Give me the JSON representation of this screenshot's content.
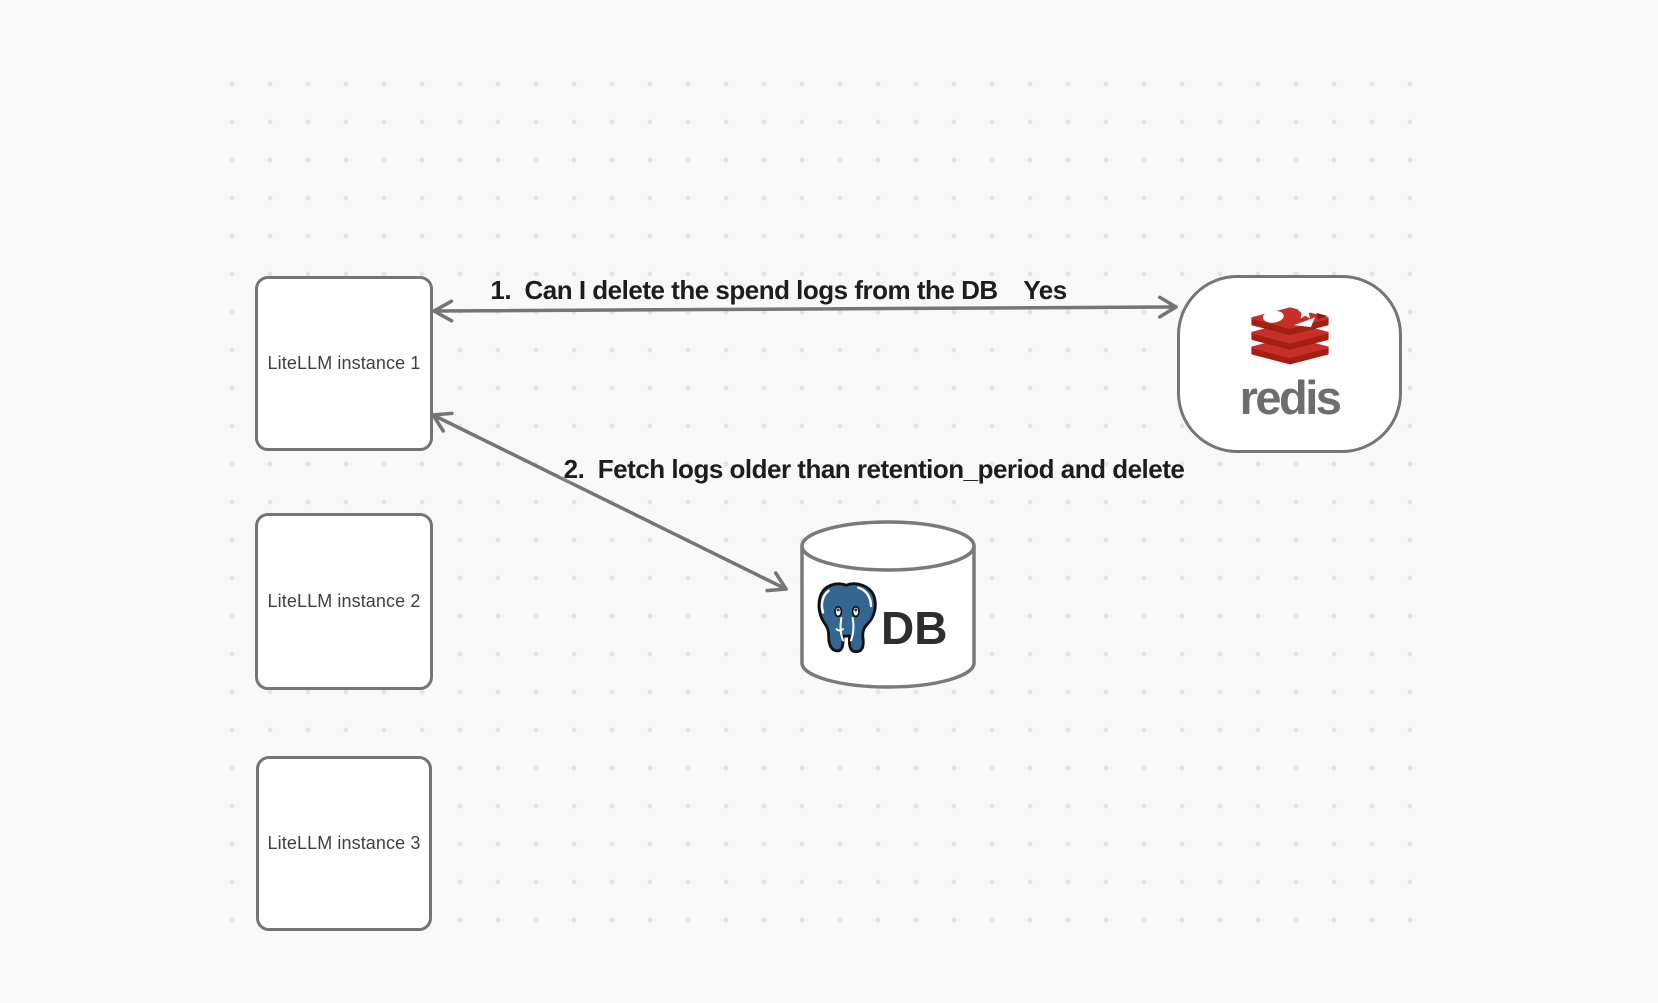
{
  "diagram": {
    "type": "architecture-flow",
    "background_color": "#f8f8f8",
    "dot_color": "#e4e4e4",
    "stroke_color": "#757575",
    "label_color": "#1d1d1d",
    "nodes": {
      "instances": [
        {
          "label": "LiteLLM instance 1"
        },
        {
          "label": "LiteLLM instance 2"
        },
        {
          "label": "LiteLLM instance 3"
        }
      ],
      "redis": {
        "wordmark": "redis",
        "colors": {
          "red": "#C6302B",
          "dark_red": "#A41E11",
          "notch_red": "#8C1A10",
          "wordmark_gray": "#6D6D6D"
        }
      },
      "database": {
        "label": "DB",
        "colors": {
          "postgres_blue": "#336791",
          "label_color": "#2D2D2D"
        }
      }
    },
    "edges": [
      {
        "label": "1.  Can I delete the spend logs from the DB",
        "response": "Yes",
        "from": "LiteLLM instance 1",
        "to": "redis",
        "arrows": "both"
      },
      {
        "label": "2.  Fetch logs older than retention_period and delete",
        "from": "LiteLLM instance 1",
        "to": "DB",
        "arrows": "both"
      }
    ]
  }
}
